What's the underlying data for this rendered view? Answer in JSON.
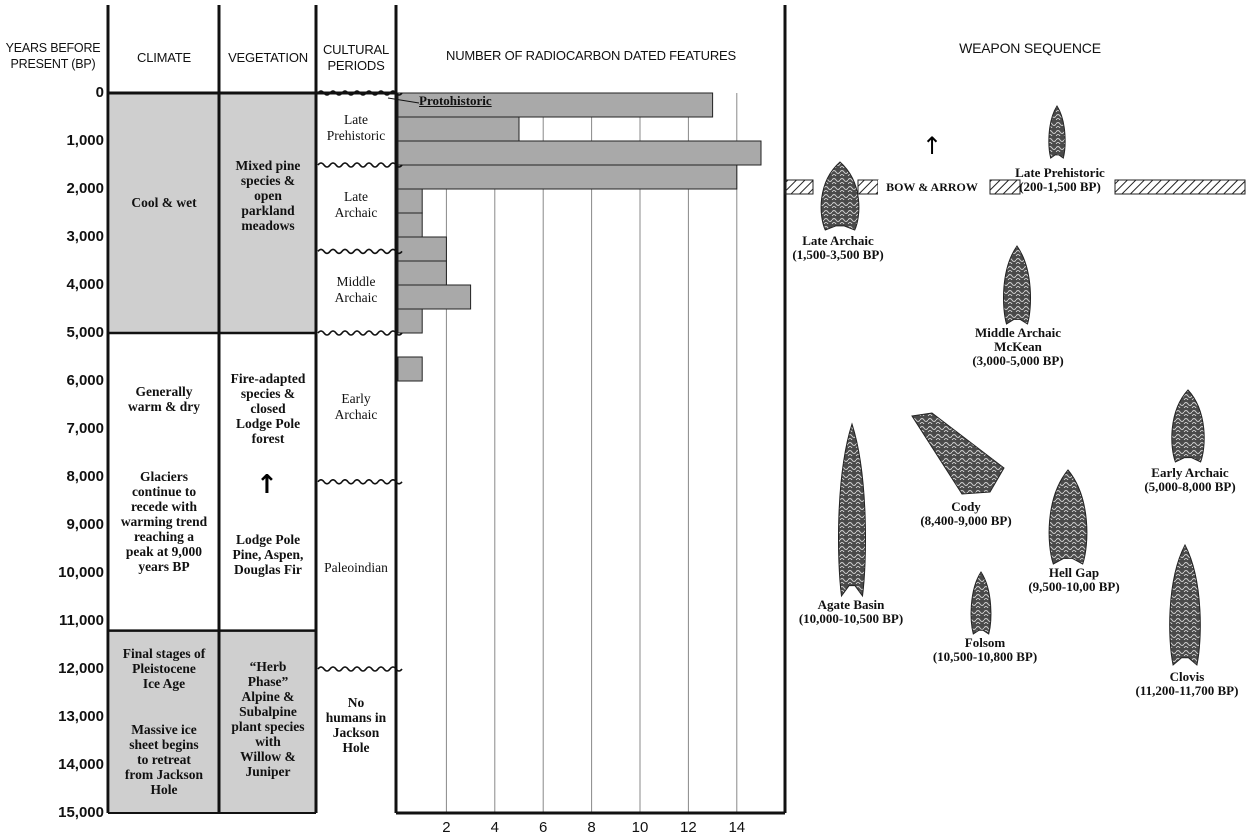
{
  "headers": {
    "years": "YEARS BEFORE\nPRESENT (BP)",
    "climate": "CLIMATE",
    "vegetation": "VEGETATION",
    "cultural": "CULTURAL\nPERIODS",
    "radiocarbon": "NUMBER OF RADIOCARBON DATED FEATURES",
    "weapons": "WEAPON SEQUENCE"
  },
  "years_axis": [
    "0",
    "1,000",
    "2,000",
    "3,000",
    "4,000",
    "5,000",
    "6,000",
    "7,000",
    "8,000",
    "9,000",
    "10,000",
    "11,000",
    "12,000",
    "13,000",
    "14,000",
    "15,000"
  ],
  "climate": [
    {
      "text": "Cool & wet",
      "from": 0,
      "to": 5000,
      "shaded": true
    },
    {
      "text": "Generally\nwarm & dry",
      "from": 5000,
      "to": 11200,
      "shaded": false
    },
    {
      "text": "Glaciers\ncontinue to\nrecede with\nwarming trend\nreaching a\npeak at 9,000\nyears BP",
      "from": 5000,
      "to": 11200,
      "shaded": false
    },
    {
      "text": "Final stages of\nPleistocene\nIce Age",
      "from": 11200,
      "to": 15000,
      "shaded": true
    },
    {
      "text": "Massive ice\nsheet begins\nto retreat\nfrom Jackson\nHole",
      "from": 11200,
      "to": 15000,
      "shaded": true
    }
  ],
  "vegetation": [
    {
      "text": "Mixed pine\nspecies &\nopen\nparkland\nmeadows"
    },
    {
      "text": "Fire-adapted\nspecies &\nclosed\nLodge Pole\nforest"
    },
    {
      "text": "Lodge Pole\nPine, Aspen,\nDouglas Fir"
    },
    {
      "text": "“Herb\nPhase”\nAlpine &\nSubalpine\nplant species\nwith\nWillow &\nJuniper"
    }
  ],
  "cultural_periods": [
    {
      "name": "Late\nPrehistoric"
    },
    {
      "name": "Late\nArchaic"
    },
    {
      "name": "Middle\nArchaic"
    },
    {
      "name": "Early\nArchaic"
    },
    {
      "name": "Paleoindian"
    },
    {
      "name": "No\nhumans in\nJackson\nHole"
    }
  ],
  "protohistoric_label": "Protohistoric",
  "chart_data": {
    "type": "bar",
    "orientation": "horizontal",
    "title": "NUMBER OF RADIOCARBON DATED FEATURES",
    "ylabel": "YEARS BEFORE PRESENT (BP)",
    "y_bins_bp": [
      [
        0,
        500
      ],
      [
        500,
        1000
      ],
      [
        1000,
        1500
      ],
      [
        1500,
        2000
      ],
      [
        2000,
        2500
      ],
      [
        2500,
        3000
      ],
      [
        3000,
        3500
      ],
      [
        3500,
        4000
      ],
      [
        4000,
        4500
      ],
      [
        4500,
        5000
      ],
      [
        5500,
        6000
      ]
    ],
    "values": [
      13,
      5,
      15,
      14,
      1,
      1,
      2,
      2,
      3,
      1,
      1
    ],
    "xlim": [
      0,
      16
    ],
    "ylim": [
      0,
      15000
    ],
    "x_ticks": [
      "2",
      "4",
      "6",
      "8",
      "10",
      "12",
      "14"
    ],
    "grid": true
  },
  "weapons": {
    "bow_arrow": "BOW & ARROW",
    "items": [
      {
        "label": "Late Prehistoric\n(200-1,500 BP)"
      },
      {
        "label": "Late Archaic\n(1,500-3,500 BP)"
      },
      {
        "label": "Middle Archaic\nMcKean\n(3,000-5,000 BP)"
      },
      {
        "label": "Early Archaic\n(5,000-8,000 BP)"
      },
      {
        "label": "Cody\n(8,400-9,000 BP)"
      },
      {
        "label": "Agate Basin\n(10,000-10,500 BP)"
      },
      {
        "label": "Hell Gap\n(9,500-10,00 BP)"
      },
      {
        "label": "Folsom\n(10,500-10,800 BP)"
      },
      {
        "label": "Clovis\n(11,200-11,700 BP)"
      }
    ]
  },
  "colors": {
    "shade": "#cfcfcf",
    "bar": "#a9a9a9",
    "ink": "#111111",
    "point": "#3a3a3a"
  }
}
